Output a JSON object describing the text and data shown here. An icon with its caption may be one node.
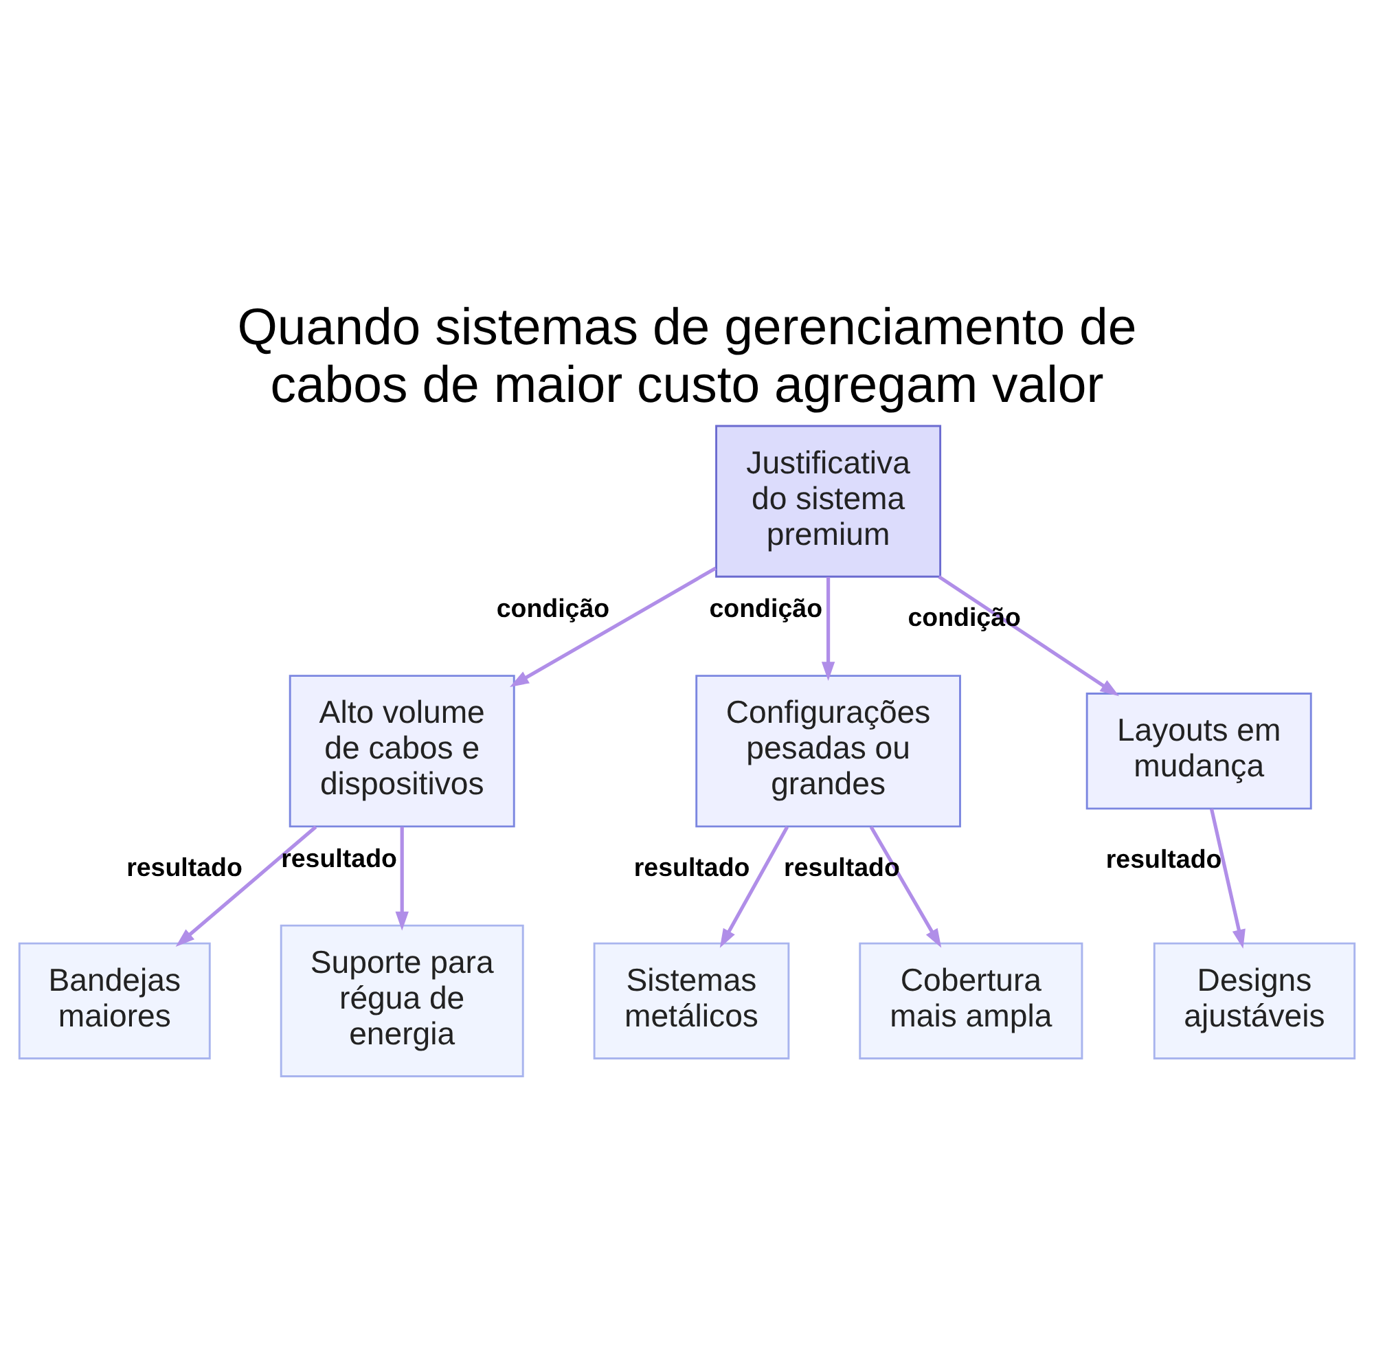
{
  "diagram": {
    "title": "Quando sistemas de gerenciamento de cabos de maior custo agregam valor",
    "nodes": [
      {
        "text": [
          "Justificativa do sistema premium"
        ]
      },
      {
        "text": [
          "Alto volume de cabos e dispositivos"
        ]
      },
      {
        "text": [
          "Configurações pesadas ou grandes"
        ]
      },
      {
        "text": [
          "Layouts em mudança"
        ]
      },
      {
        "text": [
          "Bandejas maiores"
        ]
      },
      {
        "text": [
          "Suporte para régua de energia"
        ]
      },
      {
        "text": [
          "Sistemas metálicos"
        ]
      },
      {
        "text": [
          "Cobertura mais ampla"
        ]
      },
      {
        "text": [
          "Designs ajustáveis"
        ]
      }
    ],
    "edges": [
      {
        "from": 0,
        "to": 1,
        "arrow": "to",
        "label": "condição"
      },
      {
        "from": 0,
        "to": 2,
        "arrow": "to",
        "label": "condição"
      },
      {
        "from": 0,
        "to": 3,
        "arrow": "to",
        "label": "condição"
      },
      {
        "from": 1,
        "to": 4,
        "arrow": "to",
        "label": "resultado"
      },
      {
        "from": 1,
        "to": 5,
        "arrow": "to",
        "label": "resultado"
      },
      {
        "from": 2,
        "to": 6,
        "arrow": "to",
        "label": "resultado"
      },
      {
        "from": 2,
        "to": 7,
        "arrow": "to",
        "label": "resultado"
      },
      {
        "from": 3,
        "to": 8,
        "arrow": "to",
        "label": "resultado"
      }
    ]
  }
}
